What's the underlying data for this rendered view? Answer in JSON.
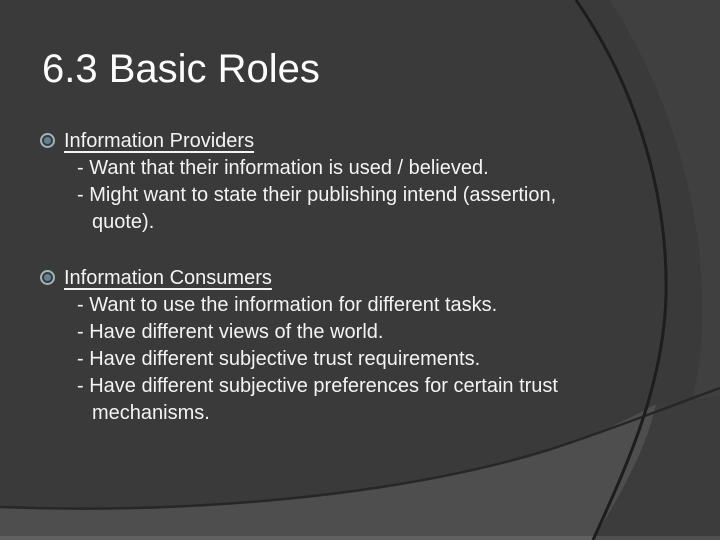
{
  "slide": {
    "title": "6.3 Basic Roles",
    "sections": [
      {
        "heading": "Information Providers",
        "lines": [
          "- Want that their information is used / believed.",
          "- Might want to state their publishing intend (assertion,",
          "quote)."
        ]
      },
      {
        "heading": "Information Consumers",
        "lines": [
          "- Want to use the information for different tasks.",
          "- Have different views of the world.",
          "- Have different subjective trust requirements.",
          "- Have different subjective preferences for certain trust",
          "mechanisms."
        ]
      }
    ]
  },
  "icons": {
    "bullet": "target-circle-icon"
  },
  "colors": {
    "background": "#3a3a3a",
    "title": "#fcfcfc",
    "text": "#f3f3f3",
    "bullet_ring": "#a0b4bb",
    "bullet_dot": "#61828e",
    "circle_arc_line": "#1d1d1d",
    "swoosh_line": "#272727",
    "swoosh_fill": "#4e4e4e",
    "outside_circle_tint": "#414141"
  }
}
